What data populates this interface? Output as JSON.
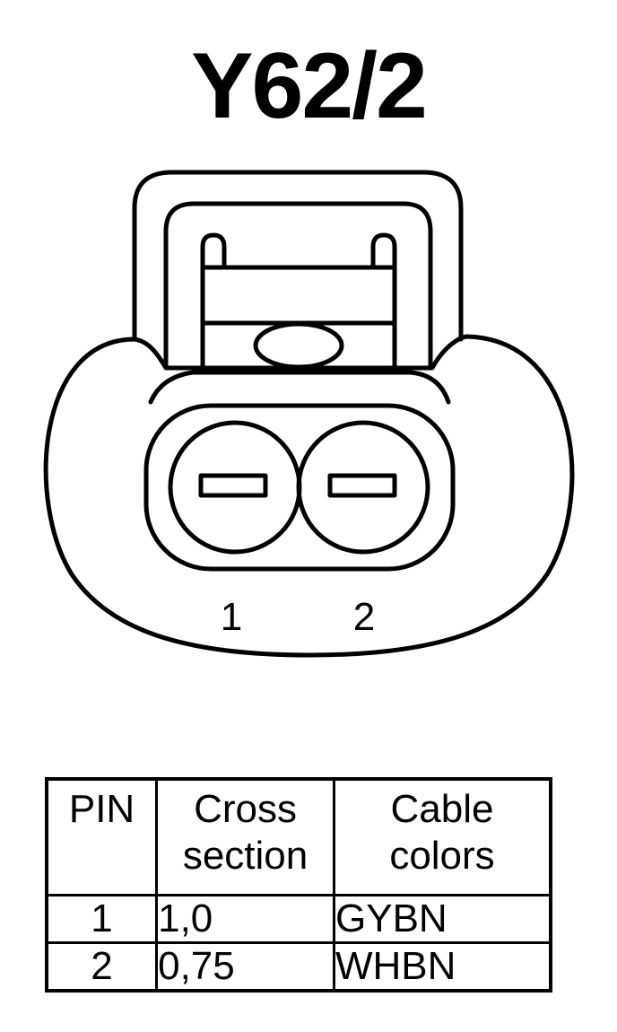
{
  "title": "Y62/2",
  "connector": {
    "pin_labels": [
      "1",
      "2"
    ]
  },
  "table": {
    "headers": {
      "pin": "PIN",
      "cross_section": [
        "Cross",
        "section"
      ],
      "cable_colors": [
        "Cable",
        "colors"
      ]
    },
    "rows": [
      {
        "pin": "1",
        "cross_section": "1,0",
        "color": "GYBN"
      },
      {
        "pin": "2",
        "cross_section": "0,75",
        "color": "WHBN"
      }
    ]
  }
}
